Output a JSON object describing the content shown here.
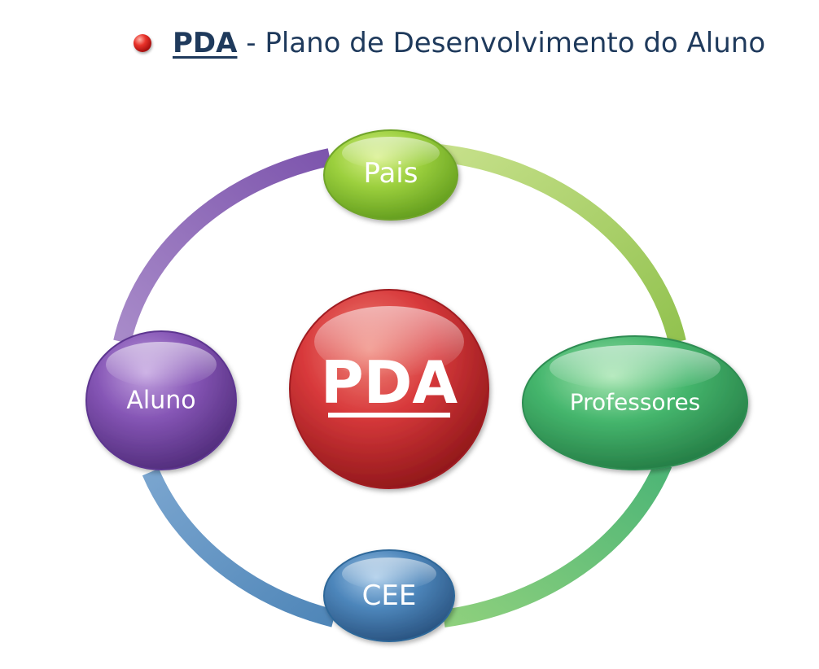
{
  "title": {
    "abbr": "PDA",
    "rest": " - Plano de Desenvolvimento do Aluno"
  },
  "diagram": {
    "center": {
      "label": "PDA",
      "color": "#d9363a"
    },
    "nodes": [
      {
        "id": "pais",
        "label": "Pais",
        "color": "#8cc63f"
      },
      {
        "id": "professores",
        "label": "Professores",
        "color": "#3fae6a"
      },
      {
        "id": "cee",
        "label": "CEE",
        "color": "#3f7bb0"
      },
      {
        "id": "aluno",
        "label": "Aluno",
        "color": "#7a4fa8"
      }
    ],
    "ring_colors": {
      "pais_to_professores": "#9ccb5a",
      "professores_to_cee": "#5cbf7a",
      "cee_to_aluno": "#5a8fc0",
      "aluno_to_pais": "#8a65b5"
    }
  }
}
